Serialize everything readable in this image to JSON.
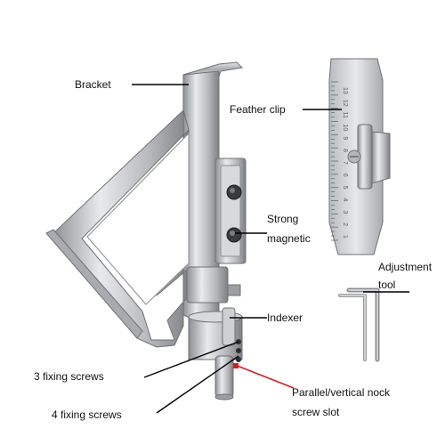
{
  "labels": {
    "bracket": "Bracket",
    "feather_clip": "Feather clip",
    "strong": "Strong",
    "magnetic": "magnetic",
    "adjustment": "Adjustment",
    "tool": "tool",
    "indexer": "Indexer",
    "three_fixing_screws": "3 fixing screws",
    "four_fixing_screws": "4 fixing screws",
    "parallel_vertical": "Parallel/vertical nock",
    "screw_slot": "screw slot"
  },
  "clip_scale_numbers": [
    "13",
    "12",
    "11",
    "10",
    "9",
    "8",
    "7",
    "6",
    "5",
    "4",
    "3",
    "2",
    "1"
  ],
  "colors": {
    "leader_line": "#000000",
    "highlight_line": "#d61f1f",
    "metal": "#c8c9cc"
  }
}
